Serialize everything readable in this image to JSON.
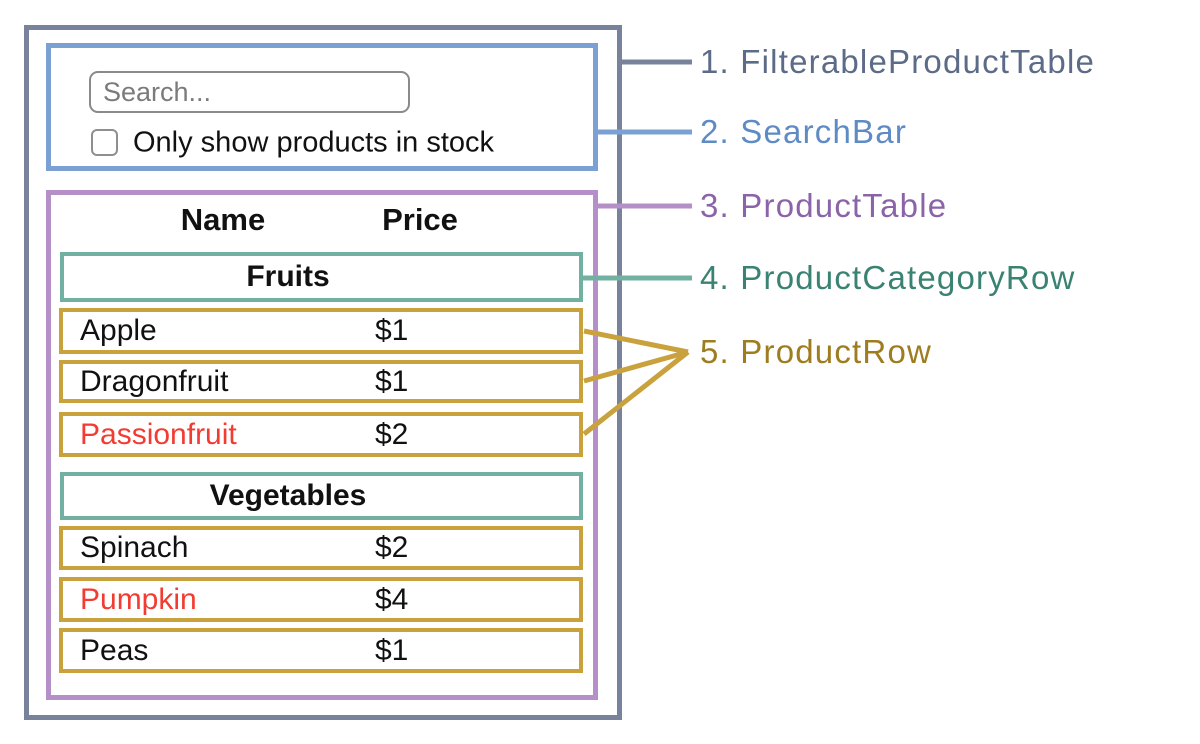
{
  "colors": {
    "slate": "#78839b",
    "slate_text": "#5c6b87",
    "blue": "#7aa0d4",
    "blue_text": "#5e8bc4",
    "purple": "#b48fc8",
    "purple_text": "#8a63a9",
    "teal": "#72b0a2",
    "teal_text": "#3a8272",
    "gold": "#c9a23e",
    "gold_text": "#9e7c20",
    "out_of_stock": "#f23b31"
  },
  "search_bar": {
    "placeholder": "Search...",
    "checkbox_label": "Only show products in stock",
    "checkbox_checked": false
  },
  "table": {
    "headers": {
      "name": "Name",
      "price": "Price"
    },
    "sections": [
      {
        "category": "Fruits",
        "rows": [
          {
            "name": "Apple",
            "price": "$1",
            "in_stock": true
          },
          {
            "name": "Dragonfruit",
            "price": "$1",
            "in_stock": true
          },
          {
            "name": "Passionfruit",
            "price": "$2",
            "in_stock": false
          }
        ]
      },
      {
        "category": "Vegetables",
        "rows": [
          {
            "name": "Spinach",
            "price": "$2",
            "in_stock": true
          },
          {
            "name": "Pumpkin",
            "price": "$4",
            "in_stock": false
          },
          {
            "name": "Peas",
            "price": "$1",
            "in_stock": true
          }
        ]
      }
    ]
  },
  "legend": {
    "items": [
      {
        "text": "1. FilterableProductTable"
      },
      {
        "text": "2. SearchBar"
      },
      {
        "text": "3. ProductTable"
      },
      {
        "text": "4. ProductCategoryRow"
      },
      {
        "text": "5. ProductRow"
      }
    ]
  }
}
